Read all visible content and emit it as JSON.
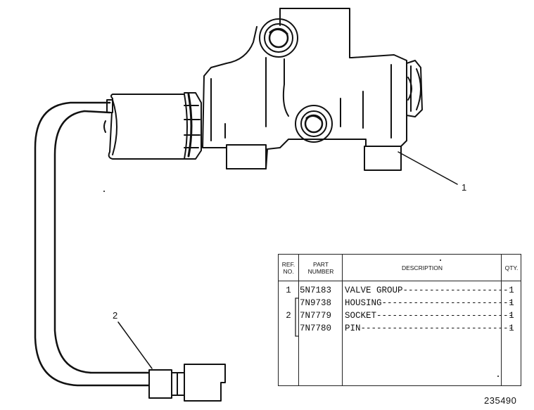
{
  "callouts": [
    "1",
    "2"
  ],
  "figure_number": "235490",
  "parts_table": {
    "headers": {
      "ref": "REF. NO.",
      "part": "PART NUMBER",
      "description": "DESCRIPTION",
      "qty": "QTY."
    },
    "rows": [
      {
        "ref": "1",
        "part": "5N7183",
        "description": "VALVE GROUP--------------------",
        "qty": "1"
      },
      {
        "ref": "",
        "part": "7N9738",
        "description": "HOUSING-------------------------",
        "qty": "1"
      },
      {
        "ref": "2",
        "part": "7N7779",
        "description": "SOCKET--------------------------",
        "qty": "1"
      },
      {
        "ref": "",
        "part": "7N7780",
        "description": "PIN-----------------------------",
        "qty": "1"
      }
    ]
  }
}
